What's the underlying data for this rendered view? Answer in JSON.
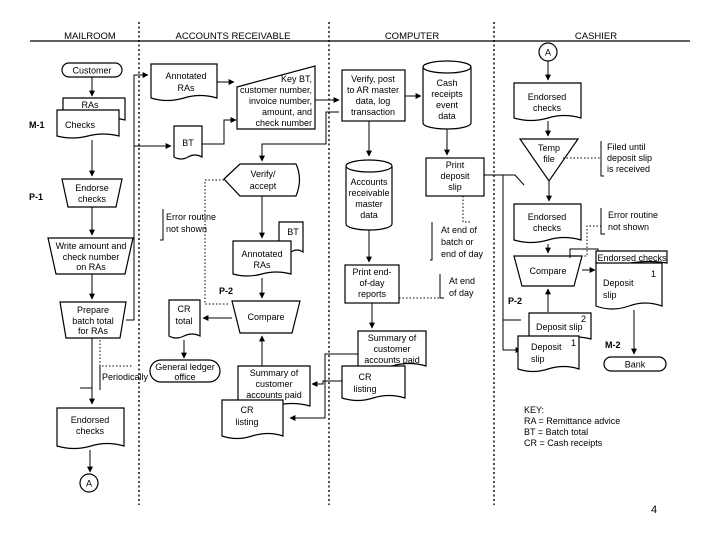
{
  "lanes": {
    "mailroom": "MAILROOM",
    "ar": "ACCOUNTS RECEIVABLE",
    "computer": "COMPUTER",
    "cashier": "CASHIER"
  },
  "mailroom": {
    "customer": "Customer",
    "ras": "RAs",
    "checks": "Checks",
    "m1": "M-1",
    "endorse": [
      "Endorse",
      "checks"
    ],
    "p1": "P-1",
    "write_amount": [
      "Write amount and",
      "check number",
      "on RAs"
    ],
    "prepare": [
      "Prepare",
      "batch total",
      "for RAs"
    ],
    "periodically": "Periodically",
    "endorsed_checks": [
      "Endorsed",
      "checks"
    ],
    "connector_a": "A"
  },
  "ar": {
    "annotated_ras_top": [
      "Annotated",
      "RAs"
    ],
    "key_bt": [
      "Key BT,",
      "customer number,",
      "invoice number,",
      "amount, and",
      "check number"
    ],
    "bt": "BT",
    "verify_accept": [
      "Verify/",
      "accept"
    ],
    "error_routine": [
      "Error routine",
      "not shown"
    ],
    "bt_small": "BT",
    "annotated_ras_mid": [
      "Annotated",
      "RAs"
    ],
    "p2": "P-2",
    "cr_total": [
      "CR",
      "total"
    ],
    "compare": "Compare",
    "gl_office": [
      "General ledger",
      "office"
    ],
    "summary": [
      "Summary of",
      "customer",
      "accounts paid"
    ],
    "cr_listing": [
      "CR",
      "listing"
    ]
  },
  "computer": {
    "verify_post": [
      "Verify, post",
      "to AR master",
      "data, log",
      "transaction"
    ],
    "cash_receipts": [
      "Cash",
      "receipts",
      "event",
      "data"
    ],
    "ar_master": [
      "Accounts",
      "receivable",
      "master",
      "data"
    ],
    "print_deposit": [
      "Print",
      "deposit",
      "slip"
    ],
    "end_batch": [
      "At end of",
      "batch or",
      "end of day"
    ],
    "print_eod": [
      "Print end-",
      "of-day",
      "reports"
    ],
    "end_day": [
      "At end",
      "of day"
    ],
    "summary": [
      "Summary of",
      "customer",
      "accounts paid"
    ],
    "cr_listing": [
      "CR",
      "listing"
    ]
  },
  "cashier": {
    "connector_a": "A",
    "endorsed_checks_top": [
      "Endorsed",
      "checks"
    ],
    "temp_file": [
      "Temp",
      "file"
    ],
    "filed_until": [
      "Filed until",
      "deposit slip",
      "is received"
    ],
    "endorsed_checks_mid": [
      "Endorsed",
      "checks"
    ],
    "error_routine": [
      "Error routine",
      "not shown"
    ],
    "compare": "Compare",
    "endorsed_checks_small": "Endorsed checks",
    "deposit_slip_1": [
      "Deposit",
      "slip"
    ],
    "deposit_slip_1_num": "1",
    "p2": "P-2",
    "deposit_slip_2": "Deposit slip",
    "deposit_slip_2_num": "2",
    "deposit_slip_low": [
      "Deposit",
      "slip"
    ],
    "deposit_slip_low_num": "1",
    "m2": "M-2",
    "bank": "Bank"
  },
  "key": {
    "title": "KEY:",
    "items": [
      "RA = Remittance advice",
      "BT = Batch total",
      "CR = Cash receipts"
    ]
  },
  "page_number": "4"
}
